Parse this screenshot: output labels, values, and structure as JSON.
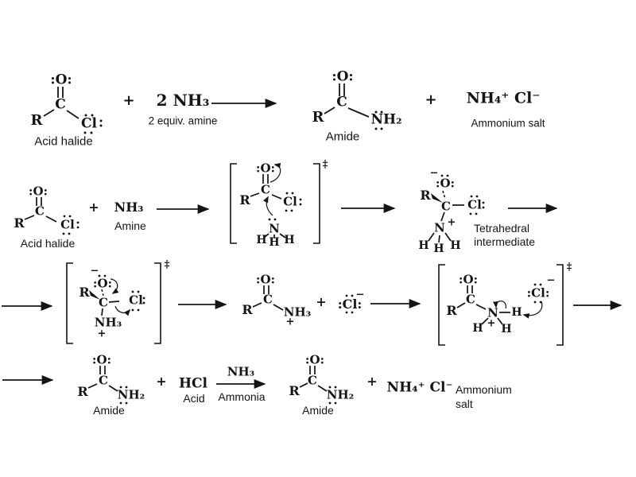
{
  "colors": {
    "ink": "#141414",
    "background": "#ffffff"
  },
  "symbols": {
    "plus": "+",
    "minus": "−",
    "double_dagger": "‡"
  },
  "atoms": {
    "R": "R",
    "C": "C",
    "N": "N",
    "H": "H",
    "O_dotted": ":O:",
    "Cl": "Cl",
    "Cl_dotted": ":Cl:"
  },
  "formulas": {
    "nh3": "NH₃",
    "two_nh3": "2 NH₃",
    "nh2": "NH₂",
    "nh4cl": "NH₄⁺ Cl⁻",
    "hcl": "HCl"
  },
  "labels": {
    "acid_halide": "Acid halide",
    "two_equiv_amine": "2 equiv. amine",
    "amine": "Amine",
    "amide": "Amide",
    "ammonium_salt": "Ammonium salt",
    "ammonium": "Ammonium",
    "salt": "salt",
    "tetrahedral": "Tetrahedral",
    "intermediate": "intermediate",
    "ammonia": "Ammonia",
    "acid": "Acid"
  },
  "icons": {
    "reaction-arrow": "→",
    "curved-electron-arrow": "↷",
    "lone-pair-dots": "••",
    "wedge-bond": "▲",
    "transition-state-bracket": "[ ]‡"
  }
}
